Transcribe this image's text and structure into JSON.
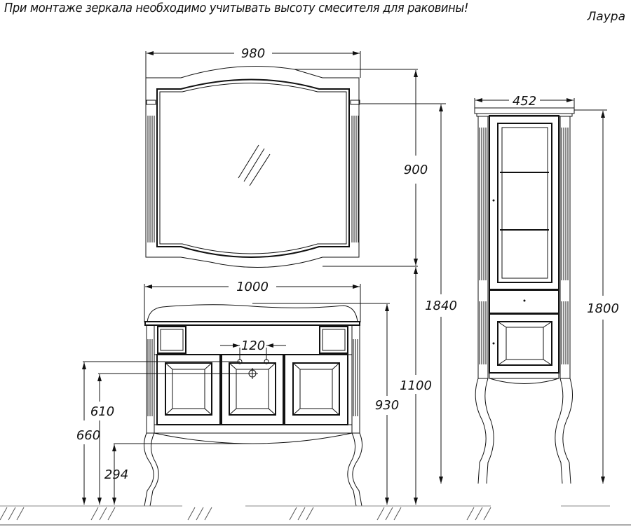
{
  "header": {
    "note": "При монтаже зеркала необходимо учитывать высоту смесителя для раковины!",
    "series_name": "Лаура"
  },
  "mirror": {
    "width_label": "980",
    "height_label": "900"
  },
  "vanity": {
    "width_label": "1000",
    "tap_spacing_label": "120",
    "height_930_label": "930",
    "height_1100_label": "1100",
    "height_610_label": "610",
    "height_660_label": "660",
    "height_294_label": "294"
  },
  "overall": {
    "total_height_label": "1840"
  },
  "cabinet": {
    "width_label": "452",
    "height_label": "1800"
  },
  "colors": {
    "line": "#111111",
    "floor": "#888888"
  }
}
